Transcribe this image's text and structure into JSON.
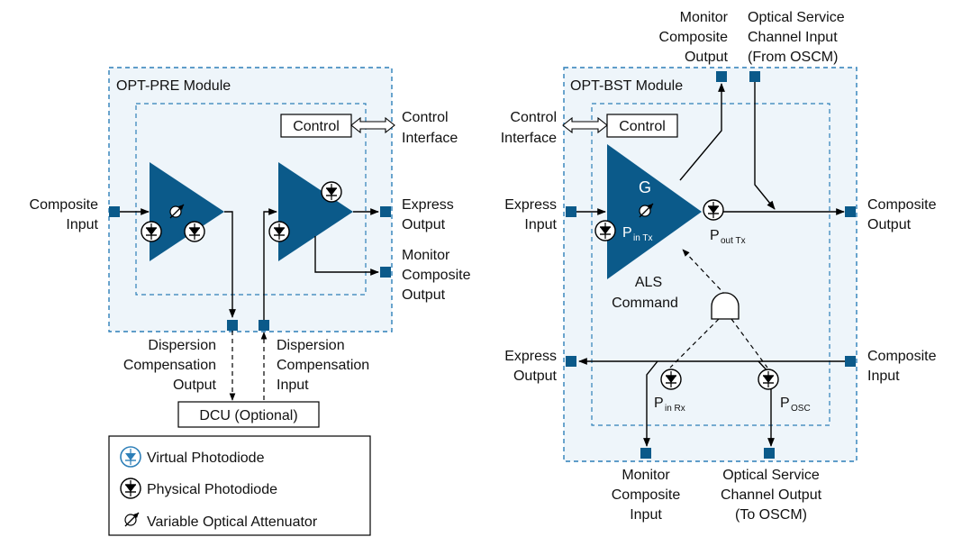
{
  "pre": {
    "title": "OPT-PRE Module",
    "control": "Control",
    "control_iface": [
      "Control",
      "Interface"
    ],
    "comp_input": [
      "Composite",
      "Input"
    ],
    "express_output": [
      "Express",
      "Output"
    ],
    "monitor_output": [
      "Monitor",
      "Composite",
      "Output"
    ],
    "disp_out": [
      "Dispersion",
      "Compensation",
      "Output"
    ],
    "disp_in": [
      "Dispersion",
      "Compensation",
      "Input"
    ],
    "dcu": "DCU (Optional)"
  },
  "legend": {
    "virtual": "Virtual Photodiode",
    "physical": "Physical Photodiode",
    "voa": "Variable Optical Attenuator"
  },
  "bst": {
    "title": "OPT-BST Module",
    "control": "Control",
    "control_iface": [
      "Control",
      "Interface"
    ],
    "monitor_top": [
      "Monitor",
      "Composite",
      "Output"
    ],
    "osc_in": [
      "Optical Service",
      "Channel Input",
      "(From OSCM)"
    ],
    "express_input": [
      "Express",
      "Input"
    ],
    "composite_output": [
      "Composite",
      "Output"
    ],
    "express_output": [
      "Express",
      "Output"
    ],
    "composite_input": [
      "Composite",
      "Input"
    ],
    "gain": "G",
    "p_in_tx": "P",
    "p_in_tx_sub": "in Tx",
    "p_out_tx": "P",
    "p_out_tx_sub": "out Tx",
    "als": [
      "ALS",
      "Command"
    ],
    "p_in_rx": "P",
    "p_in_rx_sub": "in Rx",
    "p_osc": "P",
    "p_osc_sub": "OSC",
    "monitor_bottom": [
      "Monitor",
      "Composite",
      "Input"
    ],
    "osc_out": [
      "Optical Service",
      "Channel Output",
      "(To OSCM)"
    ]
  }
}
